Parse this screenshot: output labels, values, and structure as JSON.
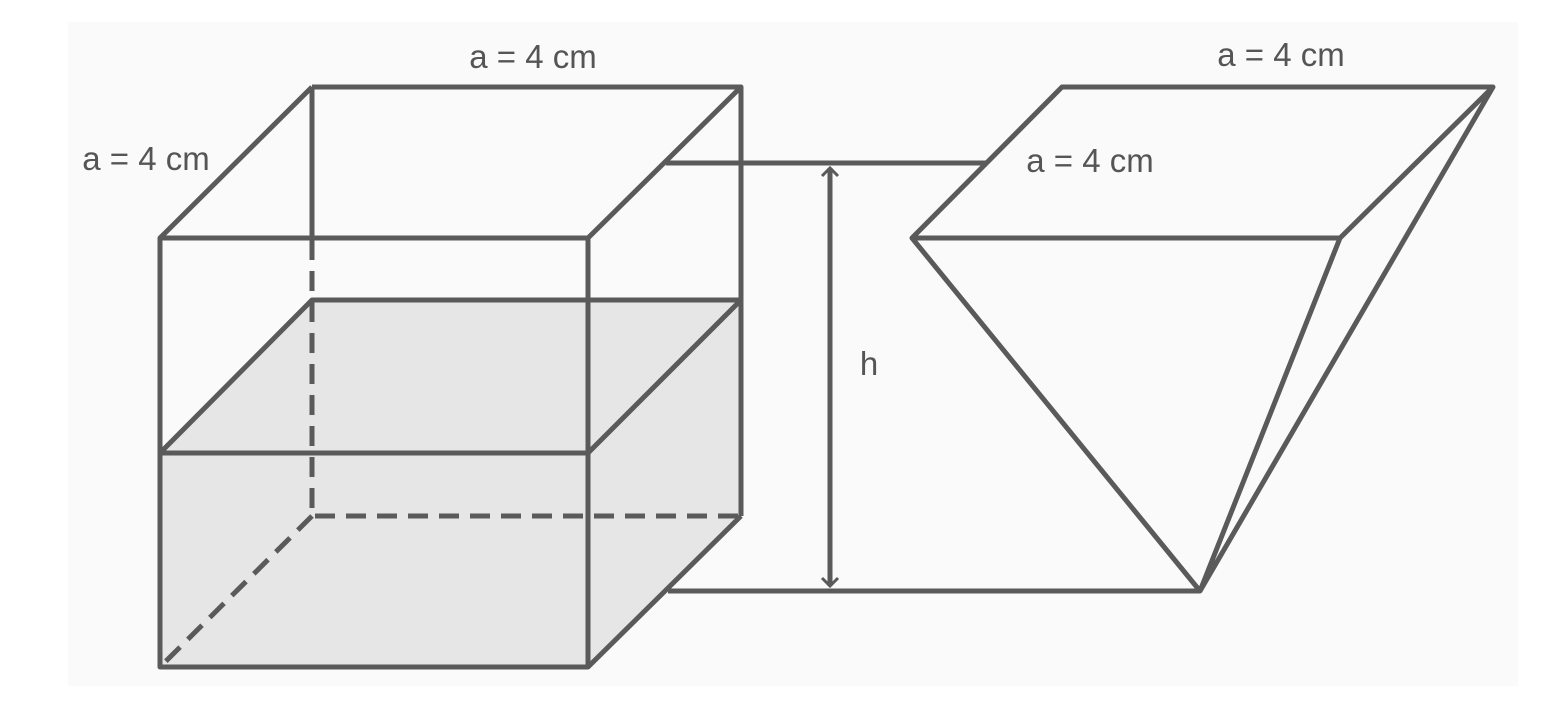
{
  "labels": {
    "cube_top_edge": "a = 4 cm",
    "cube_left_edge": "a = 4 cm",
    "pyramid_top_edge": "a = 4 cm",
    "pyramid_side_edge": "a = 4 cm",
    "height": "h"
  },
  "colors": {
    "background": "#fafafa",
    "line": "#5a5a5a",
    "water_fill": "#e6e6e6",
    "text": "#555555"
  }
}
